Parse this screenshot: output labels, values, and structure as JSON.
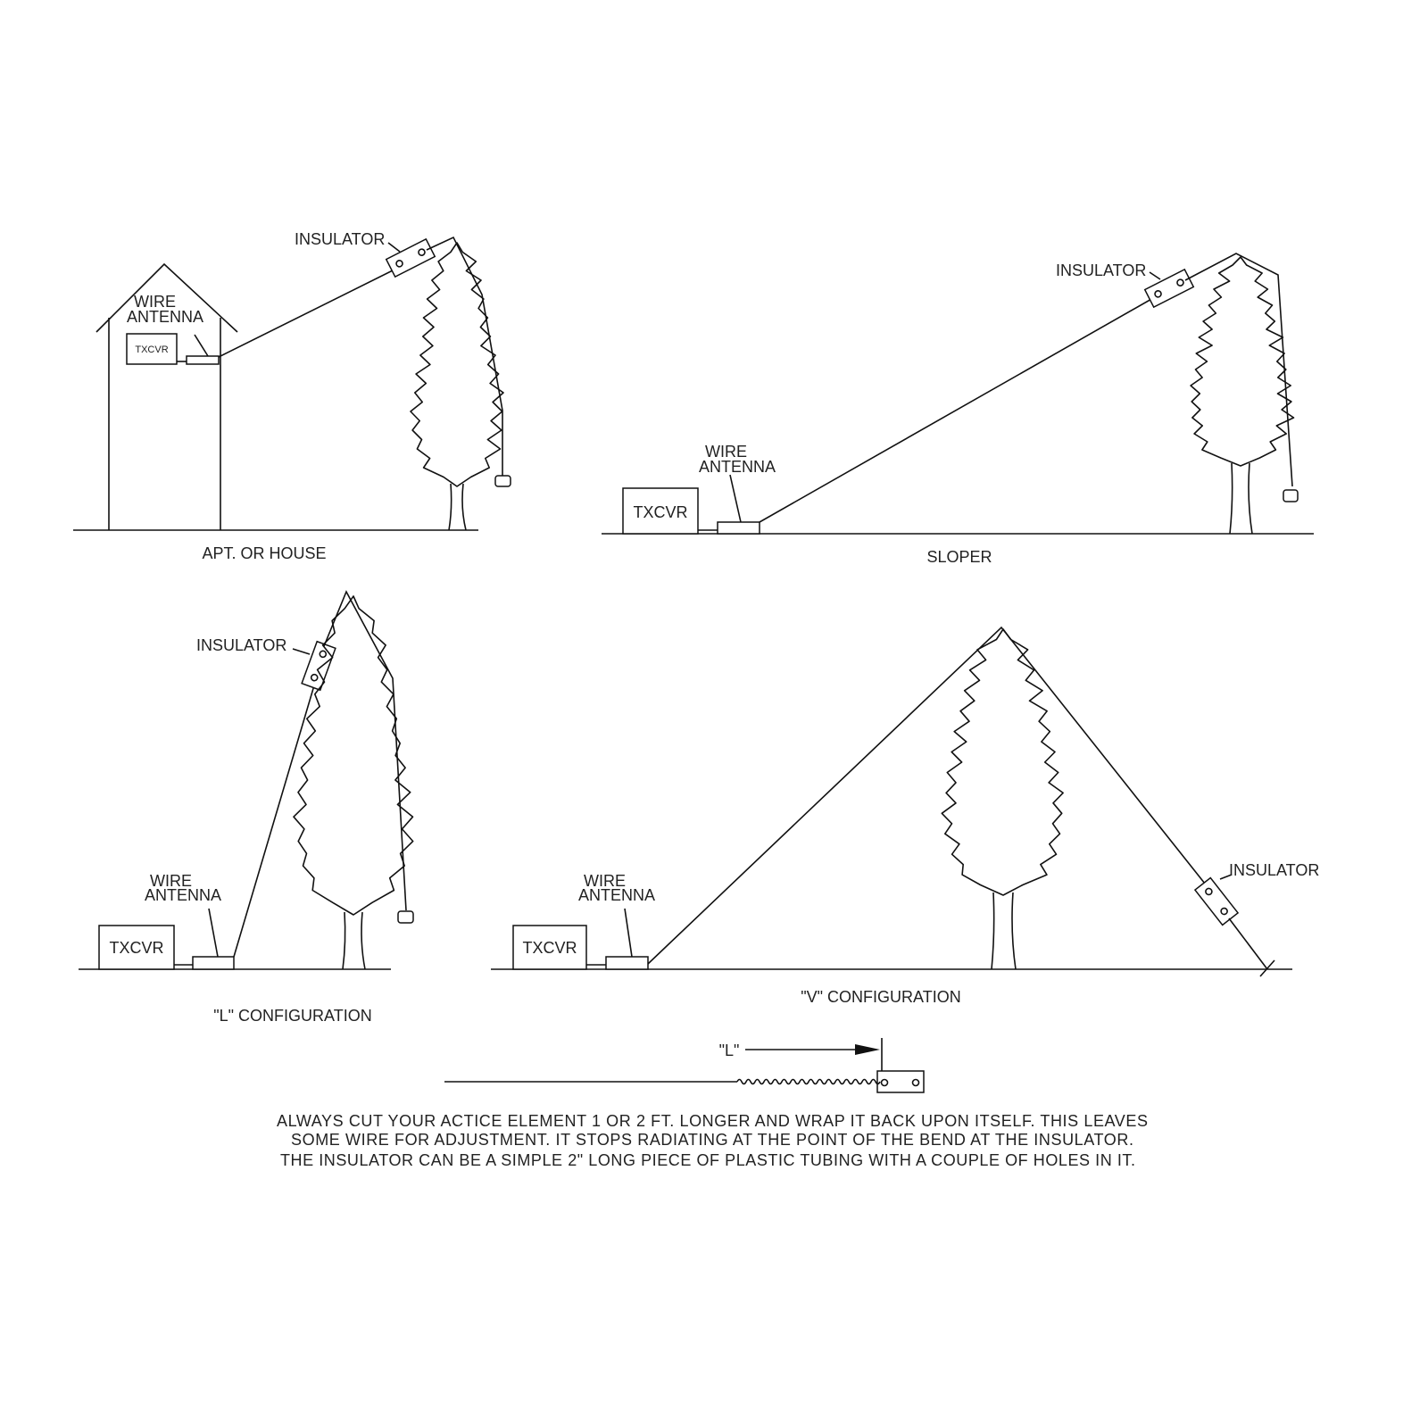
{
  "panels": {
    "house": {
      "caption": "APT. OR HOUSE",
      "insulator": "INSULATOR",
      "wire1": "WIRE",
      "wire2": "ANTENNA",
      "txcvr": "TXCVR"
    },
    "sloper": {
      "caption": "SLOPER",
      "insulator": "INSULATOR",
      "wire1": "WIRE",
      "wire2": "ANTENNA",
      "txcvr": "TXCVR"
    },
    "lconfig": {
      "caption": "\"L\" CONFIGURATION",
      "insulator": "INSULATOR",
      "wire1": "WIRE",
      "wire2": "ANTENNA",
      "txcvr": "TXCVR"
    },
    "vconfig": {
      "caption": "\"V\" CONFIGURATION",
      "insulator": "INSULATOR",
      "wire1": "WIRE",
      "wire2": "ANTENNA",
      "txcvr": "TXCVR"
    }
  },
  "detail": {
    "length_label": "\"L\""
  },
  "notes": [
    "ALWAYS CUT YOUR ACTICE ELEMENT 1 OR 2 FT. LONGER AND WRAP IT BACK UPON ITSELF. THIS LEAVES",
    "SOME WIRE FOR ADJUSTMENT. IT STOPS RADIATING AT THE POINT OF THE BEND AT THE INSULATOR.",
    "THE INSULATOR CAN BE A SIMPLE 2\" LONG  PIECE OF PLASTIC TUBING WITH A COUPLE OF HOLES IN IT."
  ]
}
